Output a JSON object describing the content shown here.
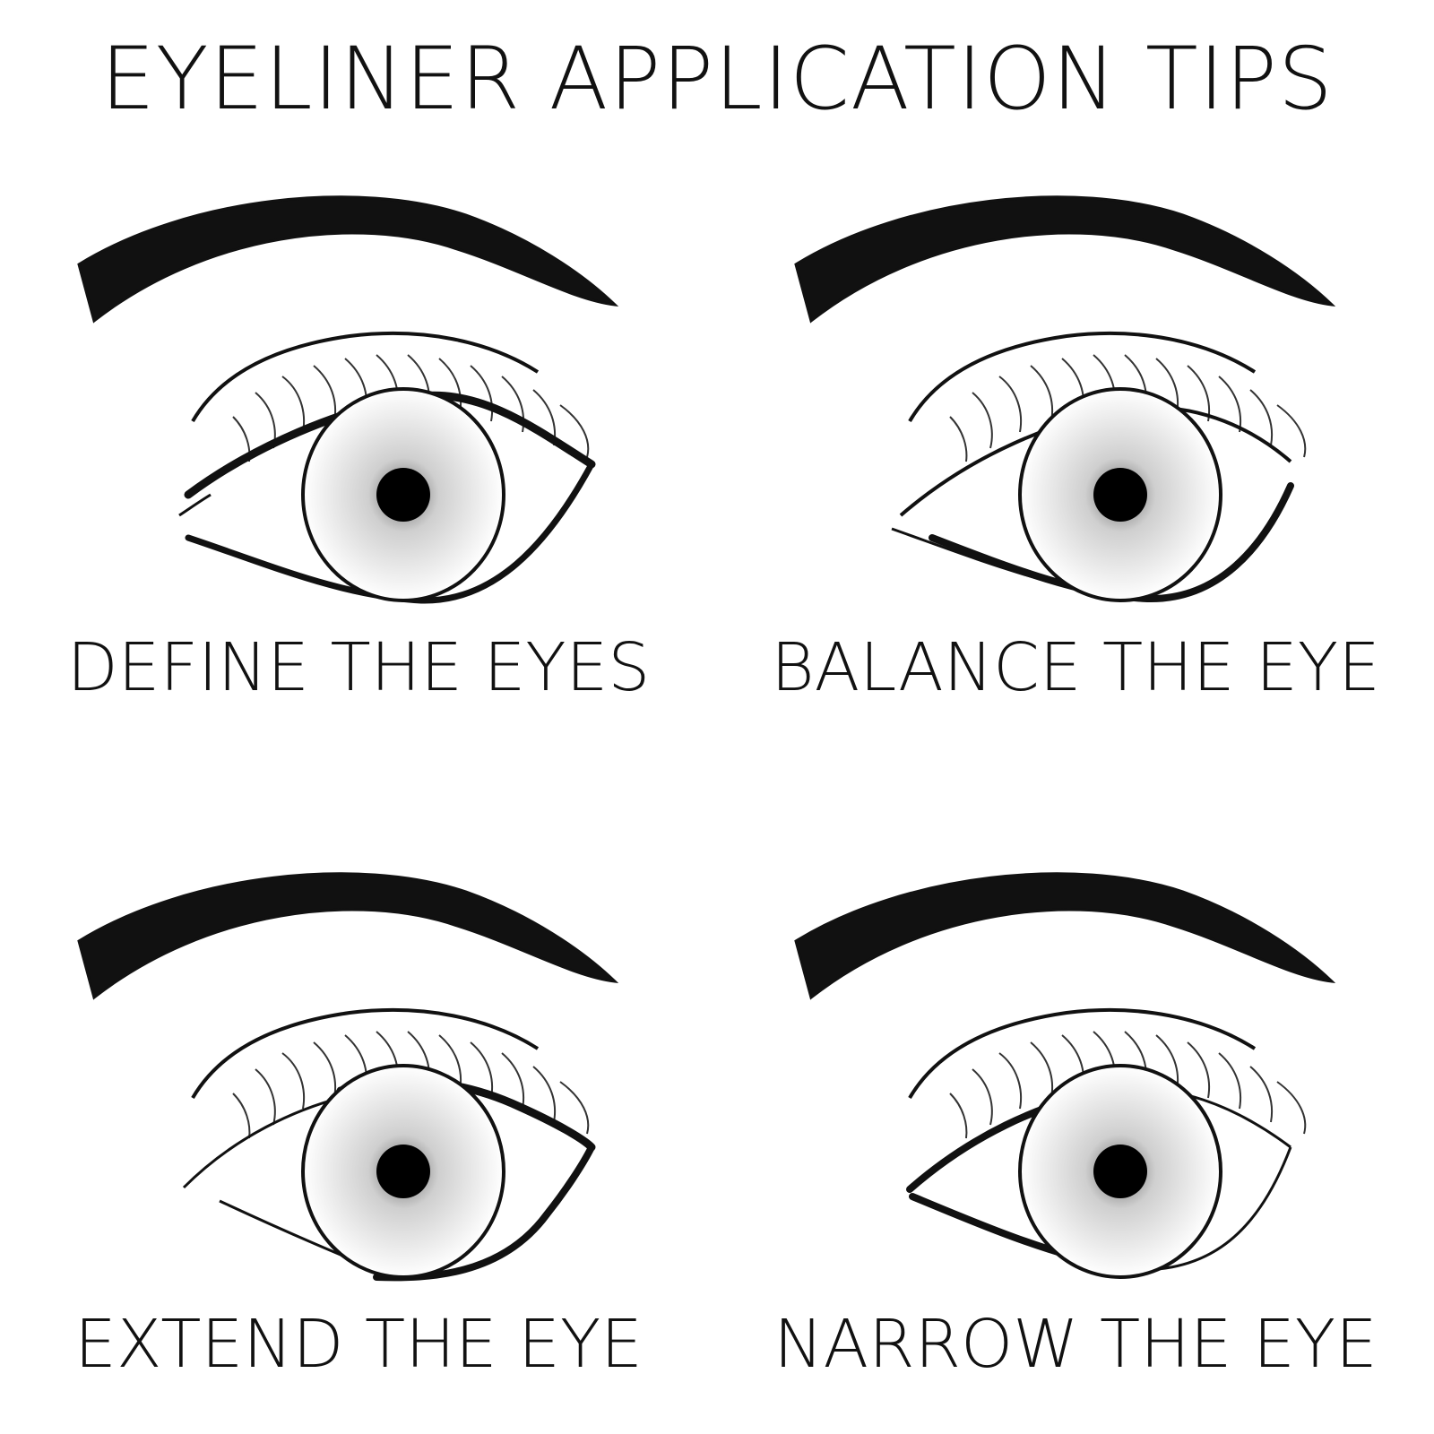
{
  "title": "EYELINER APPLICATION TIPS",
  "panels": [
    {
      "caption": "DEFINE THE EYES"
    },
    {
      "caption": "BALANCE THE EYE"
    },
    {
      "caption": "EXTEND THE EYE"
    },
    {
      "caption": "NARROW THE EYE"
    }
  ],
  "colors": {
    "ink": "#111111",
    "background": "#ffffff"
  },
  "icons": [
    "eyebrow-icon",
    "eyelashes-icon",
    "iris-icon",
    "pupil-icon"
  ]
}
